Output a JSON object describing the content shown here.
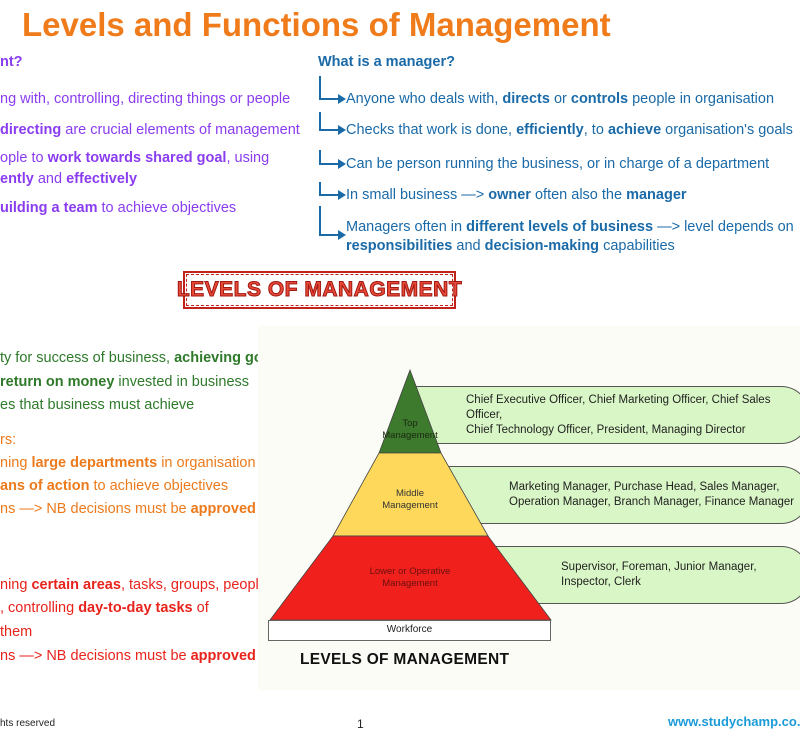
{
  "title": "Levels and Functions of Management",
  "left_section": {
    "heading": "nt?",
    "lines": [
      [
        [
          "ng with, controlling, directing things or people",
          false
        ]
      ],
      [
        [
          " directing",
          true
        ],
        [
          " are crucial elements of management",
          false
        ]
      ],
      [
        [
          "ople to ",
          false
        ],
        [
          "work towards shared goal",
          true
        ],
        [
          ", using",
          false
        ]
      ],
      [
        [
          "ently",
          true
        ],
        [
          " and ",
          false
        ],
        [
          "effectively",
          true
        ]
      ],
      [
        [
          "uilding a team",
          true
        ],
        [
          " to achieve objectives",
          false
        ]
      ]
    ]
  },
  "manager_section": {
    "heading": "What is a manager?",
    "lines": [
      [
        [
          "Anyone who deals with, ",
          false
        ],
        [
          "directs",
          true
        ],
        [
          " or ",
          false
        ],
        [
          "controls",
          true
        ],
        [
          " people in organisation",
          false
        ]
      ],
      [
        [
          "Checks that work is done, ",
          false
        ],
        [
          "efficiently",
          true
        ],
        [
          ", to ",
          false
        ],
        [
          "achieve",
          true
        ],
        [
          " organisation's goals",
          false
        ]
      ],
      [
        [
          "Can be person running the business, or in charge of a department",
          false
        ]
      ],
      [
        [
          "In small business —> ",
          false
        ],
        [
          "owner",
          true
        ],
        [
          " often also the ",
          false
        ],
        [
          "manager",
          true
        ]
      ],
      [
        [
          "Managers often in ",
          false
        ],
        [
          "different levels of business",
          true
        ],
        [
          " —> level depends on",
          false
        ]
      ],
      [
        [
          "responsibilities",
          true
        ],
        [
          " and ",
          false
        ],
        [
          "decision-making",
          true
        ],
        [
          " capabilities",
          false
        ]
      ]
    ]
  },
  "stamp": "LEVELS OF MANAGEMENT",
  "top_lines": [
    [
      [
        "ty for success of business, ",
        false
      ],
      [
        "achieving goals",
        true
      ]
    ],
    [
      [
        " ",
        false
      ],
      [
        "return on money",
        true
      ],
      [
        " invested in business",
        false
      ]
    ],
    [
      [
        "es that business must achieve",
        false
      ]
    ]
  ],
  "middle_lines": [
    [
      [
        "rs:",
        false
      ]
    ],
    [
      [
        "ning ",
        false
      ],
      [
        "large departments",
        true
      ],
      [
        " in organisation",
        false
      ]
    ],
    [
      [
        "ans of action",
        true
      ],
      [
        " to achieve objectives",
        false
      ]
    ],
    [
      [
        "ns —> NB decisions must be ",
        false
      ],
      [
        "approved by",
        true
      ]
    ]
  ],
  "lower_lines": [
    [
      [
        "ning ",
        false
      ],
      [
        "certain areas",
        true
      ],
      [
        ", tasks, groups, people",
        false
      ]
    ],
    [
      [
        ", controlling ",
        false
      ],
      [
        "day-to-day tasks",
        true
      ],
      [
        " of",
        false
      ]
    ],
    [
      [
        " them",
        false
      ]
    ],
    [
      [
        "ns —> NB decisions must be ",
        false
      ],
      [
        "approved by",
        true
      ]
    ]
  ],
  "diagram": {
    "levels": [
      {
        "label1": "Top",
        "label2": "Management",
        "color": "#3d7a2e",
        "roles1": "Chief Executive Officer, Chief Marketing Officer, Chief Sales Officer,",
        "roles2": "Chief Technology Officer, President, Managing Director"
      },
      {
        "label1": "Middle",
        "label2": "Management",
        "color": "#fdd85a",
        "roles1": "Marketing Manager, Purchase Head, Sales Manager,",
        "roles2": "Operation Manager, Branch Manager, Finance Manager"
      },
      {
        "label1": "Lower or Operative",
        "label2": "Management",
        "color": "#f0201c",
        "roles1": "Supervisor, Foreman, Junior Manager,",
        "roles2": "Inspector, Clerk"
      }
    ],
    "base": "Workforce",
    "caption": "LEVELS OF MANAGEMENT"
  },
  "footer": {
    "rights": "hts reserved",
    "page": "1",
    "site": "www.studychamp.co.z"
  }
}
